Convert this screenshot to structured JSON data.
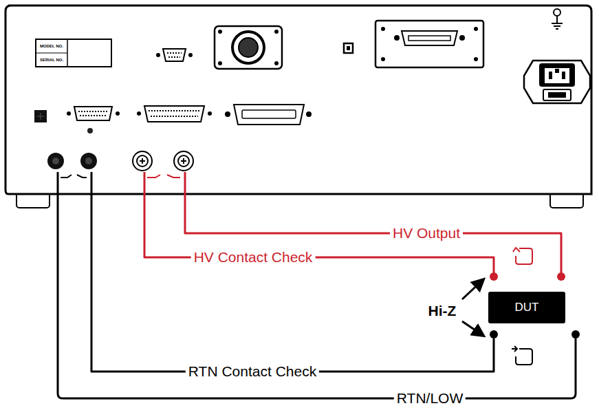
{
  "diagram": {
    "nodes": [
      {
        "text": [
          "DUT"
        ]
      }
    ],
    "labels": [
      "MODEL NO.",
      "SERIAL NO.",
      "HV Output",
      "HV Contact Check",
      "Hi-Z",
      "RTN Contact Check",
      "RTN/LOW"
    ]
  }
}
